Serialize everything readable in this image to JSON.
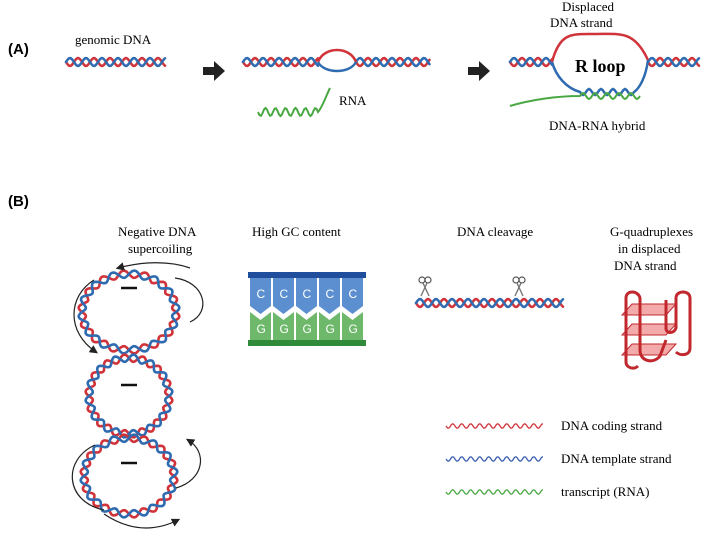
{
  "panel_a": {
    "label": "(A)",
    "genomic_dna": "genomic DNA",
    "rna": "RNA",
    "displaced_line1": "Displaced",
    "displaced_line2": "DNA strand",
    "r_loop": "R loop",
    "hybrid": "DNA-RNA hybrid"
  },
  "panel_b": {
    "label": "(B)",
    "supercoil_line1": "Negative DNA",
    "supercoil_line2": "supercoiling",
    "gc_title": "High GC content",
    "gc_top_letter": "C",
    "gc_bottom_letter": "G",
    "cleavage": "DNA cleavage",
    "g4_line1": "G-quadruplexes",
    "g4_line2": "in displaced",
    "g4_line3": "DNA strand"
  },
  "legend": [
    {
      "label": "DNA coding strand",
      "color": "#d0343a"
    },
    {
      "label": "DNA template strand",
      "color": "#3b5fb0"
    },
    {
      "label": "transcript (RNA)",
      "color": "#4aa843"
    }
  ],
  "colors": {
    "dna_red": "#d0343a",
    "dna_blue": "#2f6bb0",
    "rna_green": "#4aa843",
    "gc_blue_dark": "#1f4f9c",
    "gc_blue": "#5b8fd0",
    "gc_green": "#6db86a",
    "gc_green_dark": "#2f8a3a",
    "g4_red": "#c0282e",
    "g4_pink": "#f2aaaa"
  }
}
